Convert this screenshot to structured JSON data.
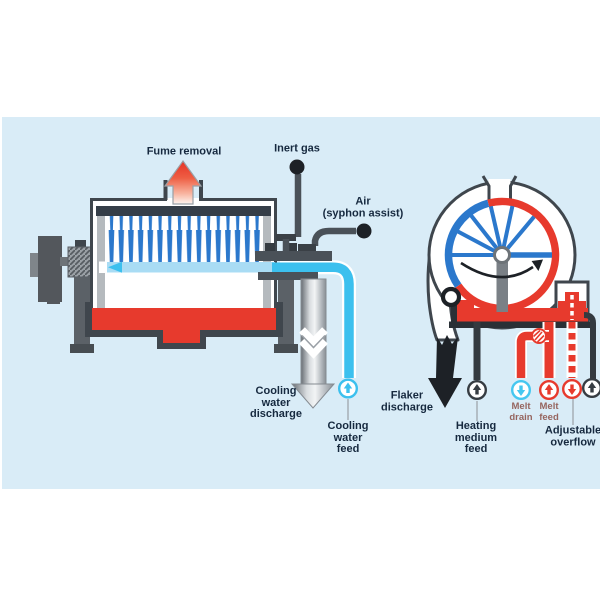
{
  "diagram": {
    "labels": {
      "fume_removal": "Fume removal",
      "inert_gas": "Inert gas",
      "air": "Air\n(syphon assist)",
      "cooling_water_discharge": "Cooling\nwater\ndischarge",
      "cooling_water_feed": "Cooling\nwater\nfeed",
      "flaker_discharge": "Flaker\ndischarge",
      "heating_medium_feed": "Heating\nmedium\nfeed",
      "melt_drain": "Melt\ndrain",
      "melt_feed": "Melt\nfeed",
      "adjustable_overflow": "Adjustable\noverflow"
    },
    "ports": [
      {
        "name": "cooling-water-feed-port",
        "direction": "up",
        "color": "#3cc0ee"
      },
      {
        "name": "heating-medium-feed-port",
        "direction": "up",
        "color": "#363c42"
      },
      {
        "name": "melt-drain-port",
        "direction": "down",
        "color": "#45c7f0"
      },
      {
        "name": "melt-feed-port",
        "direction": "up",
        "color": "#e73a2d"
      },
      {
        "name": "adjustable-overflow-port",
        "direction": "down",
        "color": "#e73a2d"
      },
      {
        "name": "unlabeled-right-port",
        "direction": "up",
        "color": "#363c42"
      }
    ],
    "colors": {
      "panel_background": "#d9ecf7",
      "outline_dark": "#3f464d",
      "machine_gray": "#5b6167",
      "red_melt": "#e73a2d",
      "spray_blue": "#2b78cc",
      "cooling_water_cyan": "#3cc0ee",
      "pale_water_blue": "#a9dcf4",
      "label_navy": "#16293f",
      "melt_label": "#96655f",
      "fume_red": "#e8392e"
    }
  }
}
